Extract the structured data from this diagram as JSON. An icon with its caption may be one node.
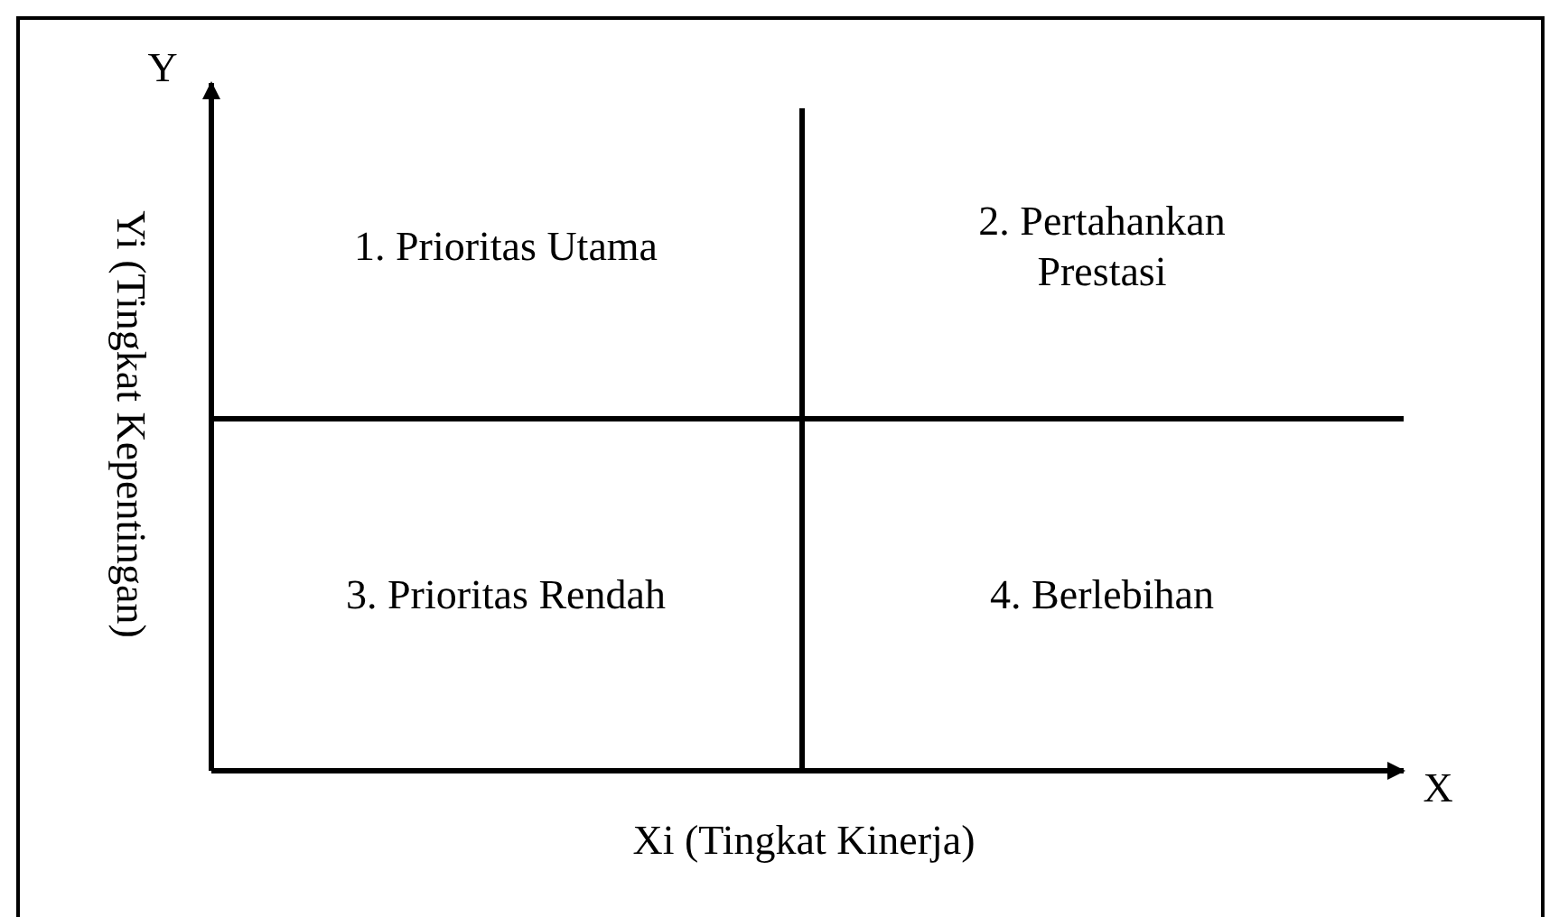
{
  "diagram": {
    "labels": [
      "Y",
      "1. Prioritas Utama",
      "2. Pertahankan Prestasi",
      "Yi (Tingkat Kepentingan)",
      "3. Prioritas Rendah",
      "4. Berlebihan",
      "X",
      "Xi (Tingkat Kinerja)"
    ]
  }
}
